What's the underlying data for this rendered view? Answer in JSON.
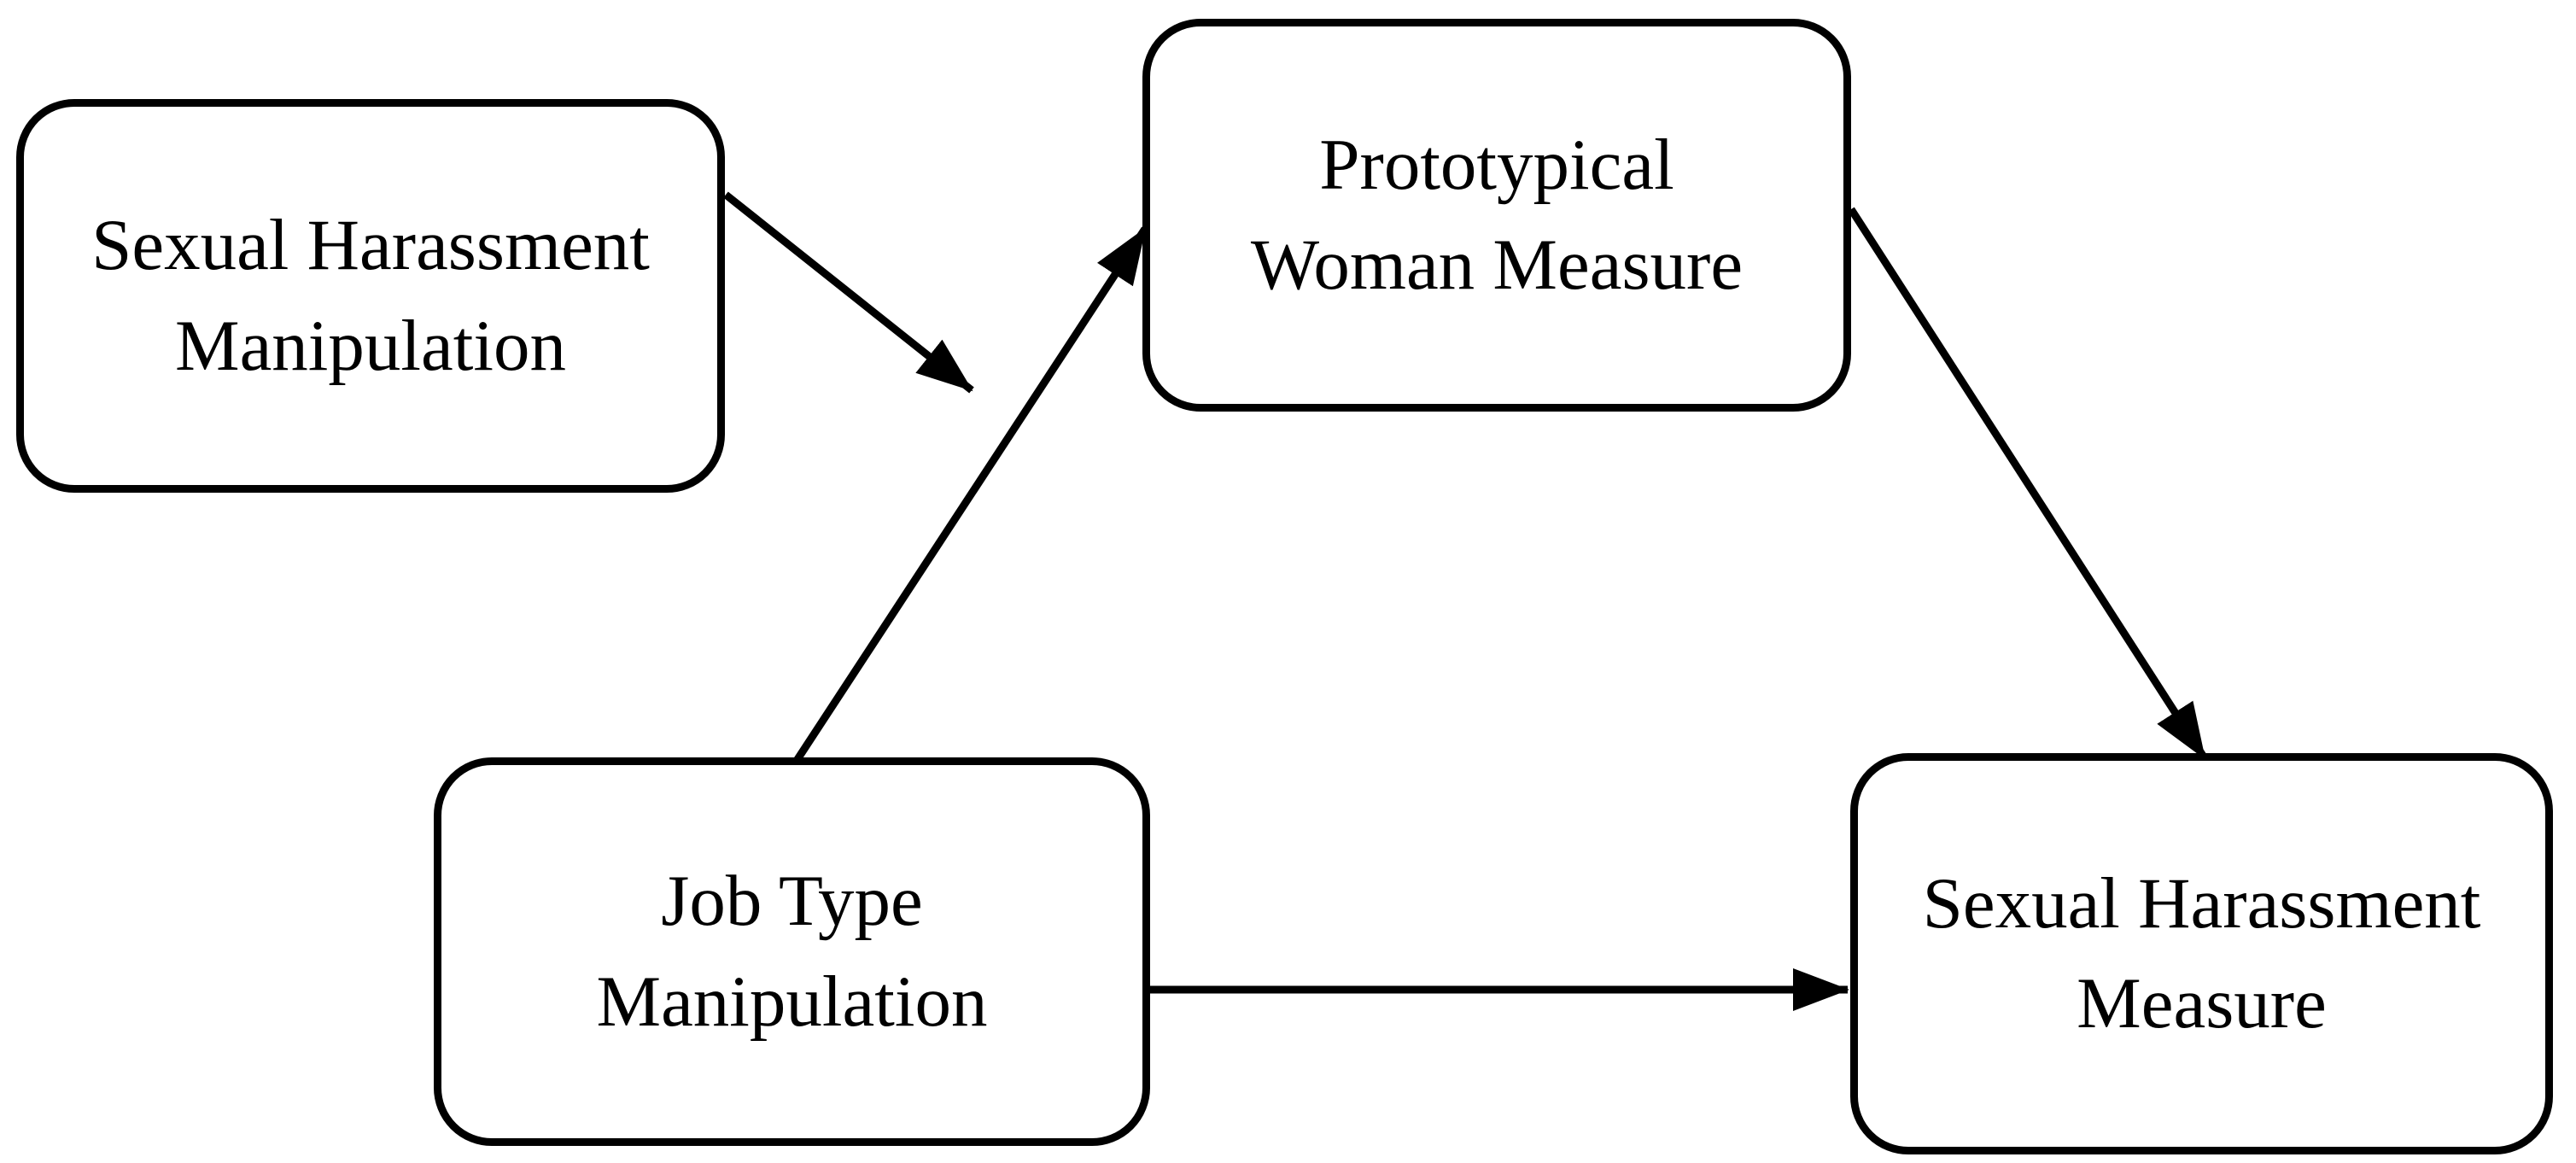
{
  "diagram": {
    "background_color": "#ffffff",
    "stroke_color": "#000000",
    "nodes": [
      {
        "id": "sexual-harassment-manipulation",
        "label": "Sexual Harassment\nManipulation"
      },
      {
        "id": "prototypical-woman-measure",
        "label": "Prototypical\nWoman Measure"
      },
      {
        "id": "job-type-manipulation",
        "label": "Job Type\nManipulation"
      },
      {
        "id": "sexual-harassment-measure",
        "label": "Sexual Harassment\nMeasure"
      }
    ],
    "edges": [
      {
        "id": "edge-shm-manipulation-diagonal",
        "from": "sexual-harassment-manipulation",
        "to": "unattached (points toward the path between job-type-manipulation and prototypical-woman-measure)",
        "arrowhead": "filled-triangle"
      },
      {
        "id": "edge-jtm-to-pwm",
        "from": "job-type-manipulation",
        "to": "prototypical-woman-measure",
        "arrowhead": "filled-triangle"
      },
      {
        "id": "edge-pwm-to-shm-measure",
        "from": "prototypical-woman-measure",
        "to": "sexual-harassment-measure",
        "arrowhead": "filled-triangle"
      },
      {
        "id": "edge-jtm-to-shm-measure",
        "from": "job-type-manipulation",
        "to": "sexual-harassment-measure",
        "arrowhead": "filled-triangle"
      }
    ]
  }
}
